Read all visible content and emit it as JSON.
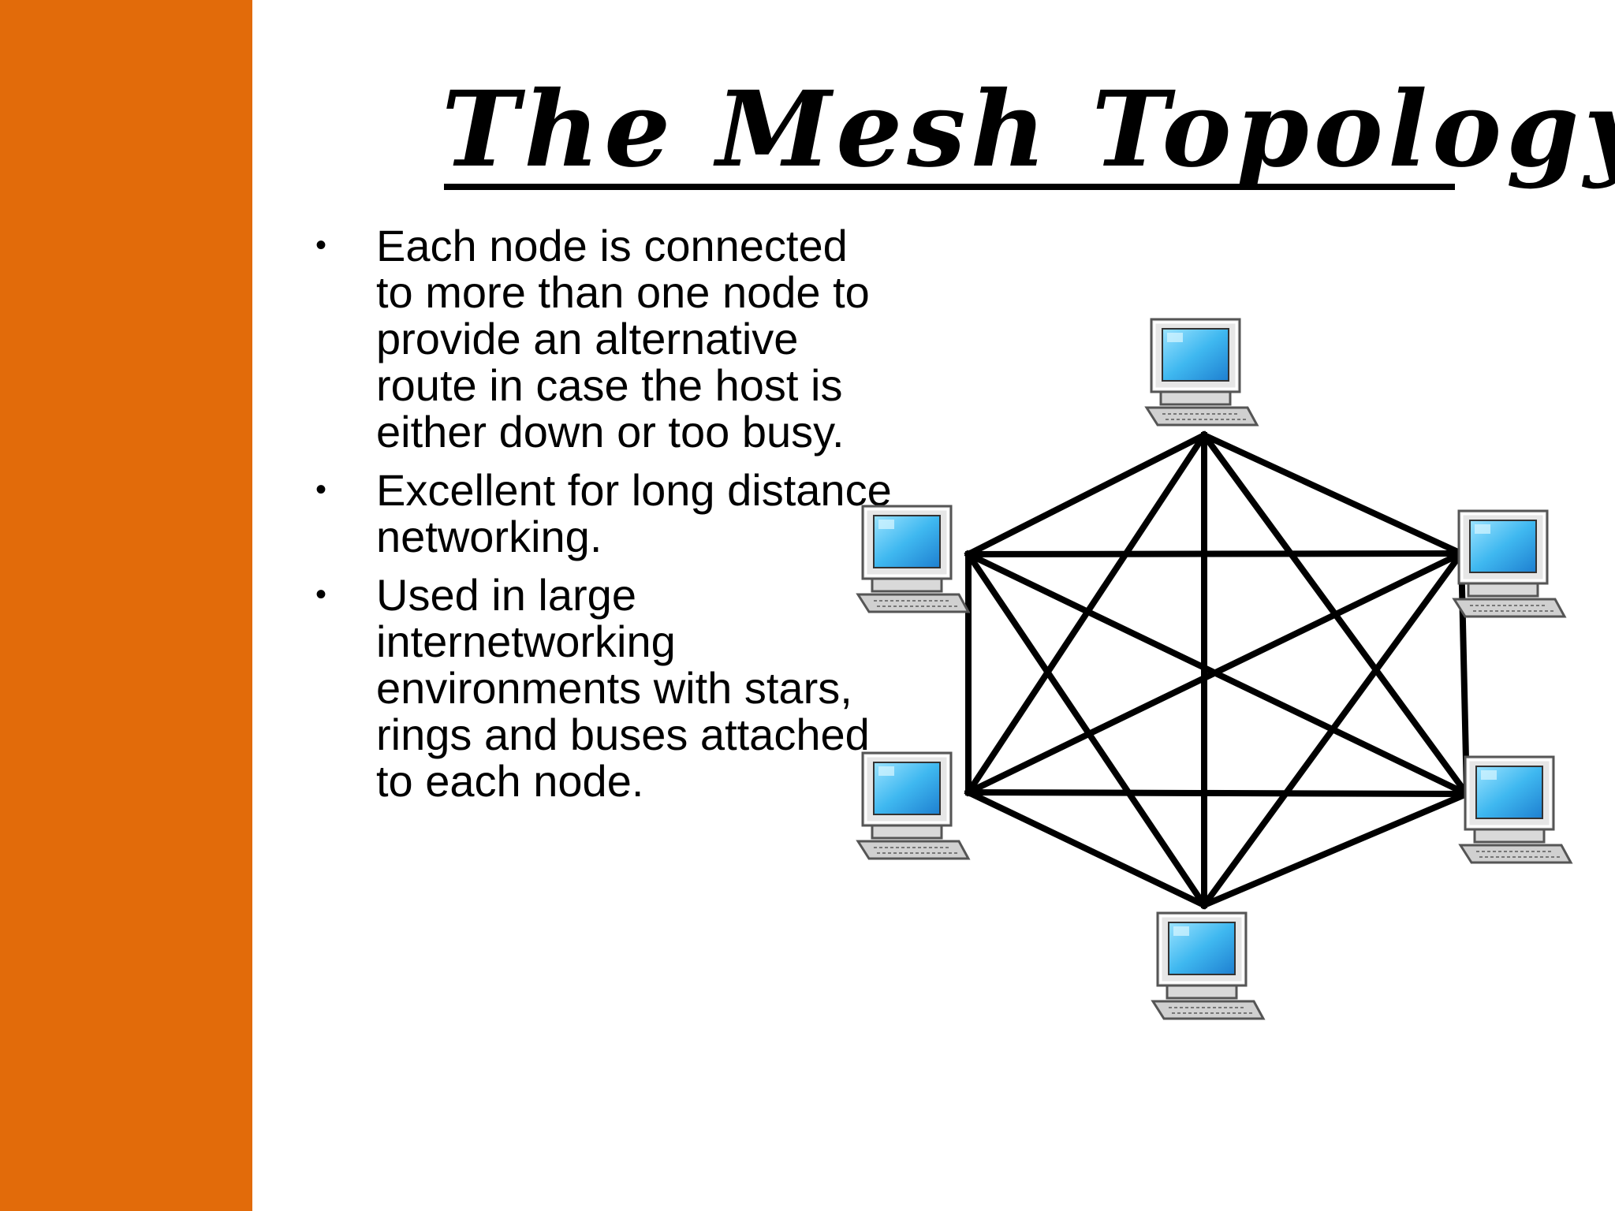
{
  "slide": {
    "title": "The Mesh Topology",
    "accent_color": "#E26B0A",
    "bullets": [
      {
        "text": "Each node is connected to more than one node to provide an alternative route in case the host is either down or too busy."
      },
      {
        "text": "Excellent for long distance networking."
      },
      {
        "text": "Used in large internetworking environments with stars, rings and buses attached to each node."
      }
    ]
  },
  "diagram": {
    "nodes": [
      {
        "name": "top",
        "icon": "computer-icon"
      },
      {
        "name": "upper-right",
        "icon": "computer-icon"
      },
      {
        "name": "lower-right",
        "icon": "computer-icon"
      },
      {
        "name": "bottom",
        "icon": "computer-icon"
      },
      {
        "name": "lower-left",
        "icon": "computer-icon"
      },
      {
        "name": "upper-left",
        "icon": "computer-icon"
      }
    ],
    "connection": "full-mesh",
    "line_color": "#000000",
    "screen_color": "#3FB8F0"
  }
}
